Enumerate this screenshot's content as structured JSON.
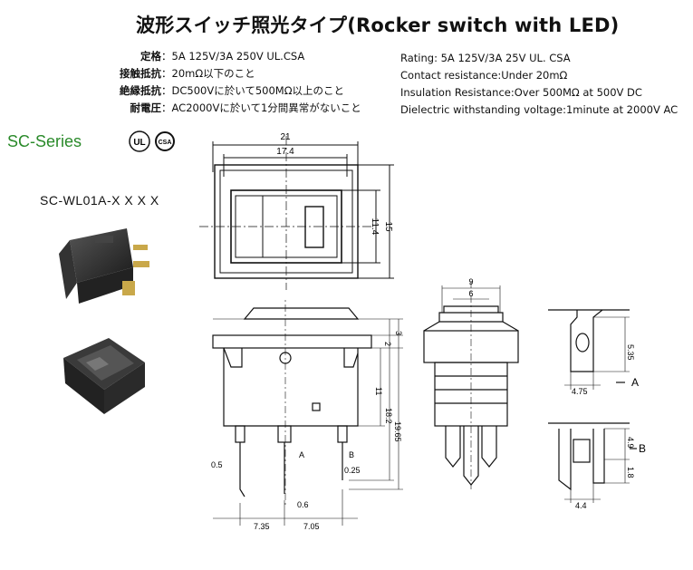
{
  "title": "波形スイッチ照光タイプ(Rocker switch with LED)",
  "specs_jp": [
    {
      "label": "定格",
      "value": "5A 125V/3A 250V UL.CSA"
    },
    {
      "label": "接触抵抗",
      "value": "20mΩ以下のこと"
    },
    {
      "label": "絶縁抵抗",
      "value": "DC500Vに於いて500MΩ以上のこと"
    },
    {
      "label": "耐電圧",
      "value": "AC2000Vに於いて1分間異常がないこと"
    }
  ],
  "specs_en": [
    "Rating: 5A 125V/3A 25V  UL. CSA",
    "Contact resistance:Under 20mΩ",
    "Insulation Resistance:Over 500MΩ  at 500V DC",
    "Dielectric withstanding voltage:1minute at 2000V AC"
  ],
  "series": "SC-Series",
  "cert_ul": "UL",
  "cert_csa": "CSA",
  "model": "SC-WL01A-X X X X",
  "dims": {
    "top_outer_w": "21",
    "top_inner_w": "17.4",
    "top_inner_h": "11.4",
    "top_outer_h": "15",
    "front_d1": "3",
    "front_d2": "2",
    "front_d3": "11",
    "front_d4": "18.2",
    "front_d5": "19.65",
    "front_pin": "0.5",
    "front_pin2": "0.25",
    "front_gap": "0.6",
    "front_w1": "7.35",
    "front_w2": "7.05",
    "label_a": "A",
    "label_b": "B",
    "side_w1": "9",
    "side_w2": "6",
    "pin_a_w": "4.75",
    "pin_a_h": "5.35",
    "pin_b_w": "4.4",
    "pin_b_h1": "4.9",
    "pin_b_h2": "1.8",
    "ref_a": "A",
    "ref_b": "B"
  }
}
